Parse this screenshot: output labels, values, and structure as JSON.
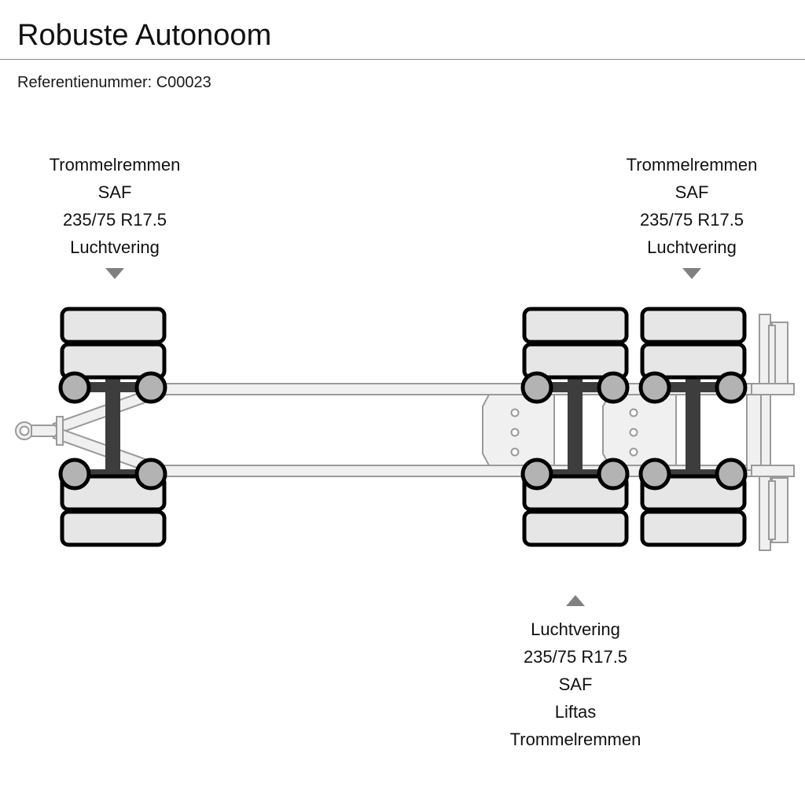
{
  "header": {
    "title": "Robuste Autonoom",
    "reference_label": "Referentienummer:",
    "reference_value": "C00023",
    "reference_line": "Referentienummer: C00023",
    "rule_color": "#8c8c8c"
  },
  "annotations": {
    "left": {
      "arrow": "triangle-down",
      "arrow_color": "#808080",
      "lines": [
        "Trommelremmen",
        "SAF",
        "235/75 R17.5",
        "Luchtvering"
      ]
    },
    "right": {
      "arrow": "triangle-down",
      "arrow_color": "#808080",
      "lines": [
        "Trommelremmen",
        "SAF",
        "235/75 R17.5",
        "Luchtvering"
      ]
    },
    "bottom": {
      "arrow": "triangle-up",
      "arrow_color": "#808080",
      "lines": [
        "Luchtvering",
        "235/75 R17.5",
        "SAF",
        "Liftas",
        "Trommelremmen"
      ]
    }
  },
  "diagram": {
    "type": "trailer-top-view-schematic",
    "axle_count": 3,
    "wheels_per_axle_side": 2,
    "colors": {
      "tire_fill": "#e6e6e6",
      "tire_stroke": "#000000",
      "hub_fill": "#b3b3b3",
      "hub_stroke": "#000000",
      "axle_beam": "#3d3d3d",
      "chassis_fill": "#f0f0f0",
      "chassis_stroke": "#9a9a9a",
      "background": "#ffffff"
    },
    "parts": [
      "drawbar-ring-eye",
      "drawbar-a-frame",
      "front-axle",
      "chassis-rails",
      "rear-axle-1",
      "rear-axle-2",
      "rear-cross-member",
      "rear-bumper-blocks",
      "bolt-hole-columns"
    ],
    "bolt_holes_per_column": 3
  }
}
